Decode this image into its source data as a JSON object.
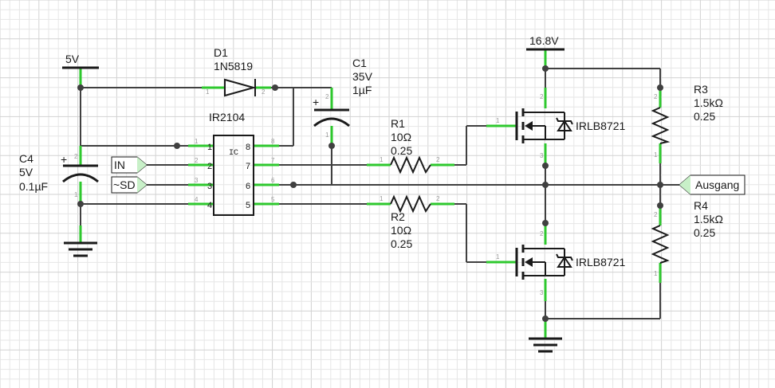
{
  "power": {
    "v5": "5V",
    "v16": "16.8V"
  },
  "d1": {
    "ref": "D1",
    "value": "1N5819"
  },
  "c1": {
    "ref": "C1",
    "voltage": "35V",
    "cap": "1µF",
    "plus": "+"
  },
  "c4": {
    "ref": "C4",
    "voltage": "5V",
    "cap": "0.1µF",
    "plus": "+"
  },
  "ic": {
    "name": "IR2104",
    "body": "IC"
  },
  "ports": {
    "in": "IN",
    "sd": "~SD",
    "out": "Ausgang"
  },
  "r1": {
    "ref": "R1",
    "value": "10Ω",
    "power": "0.25"
  },
  "r2": {
    "ref": "R2",
    "value": "10Ω",
    "power": "0.25"
  },
  "r3": {
    "ref": "R3",
    "value": "1.5kΩ",
    "power": "0.25"
  },
  "r4": {
    "ref": "R4",
    "value": "1.5kΩ",
    "power": "0.25"
  },
  "q1": {
    "value": "IRLB8721"
  },
  "q2": {
    "value": "IRLB8721"
  },
  "pins": {
    "p1": "1",
    "p2": "2",
    "p3": "3",
    "p4": "4",
    "p5": "5",
    "p6": "6",
    "p7": "7",
    "p8": "8"
  },
  "colors": {
    "wire": "#404040",
    "pin": "#2ec82e",
    "port_fill": "#c8f0c8",
    "grid": "#e6e6e6"
  }
}
